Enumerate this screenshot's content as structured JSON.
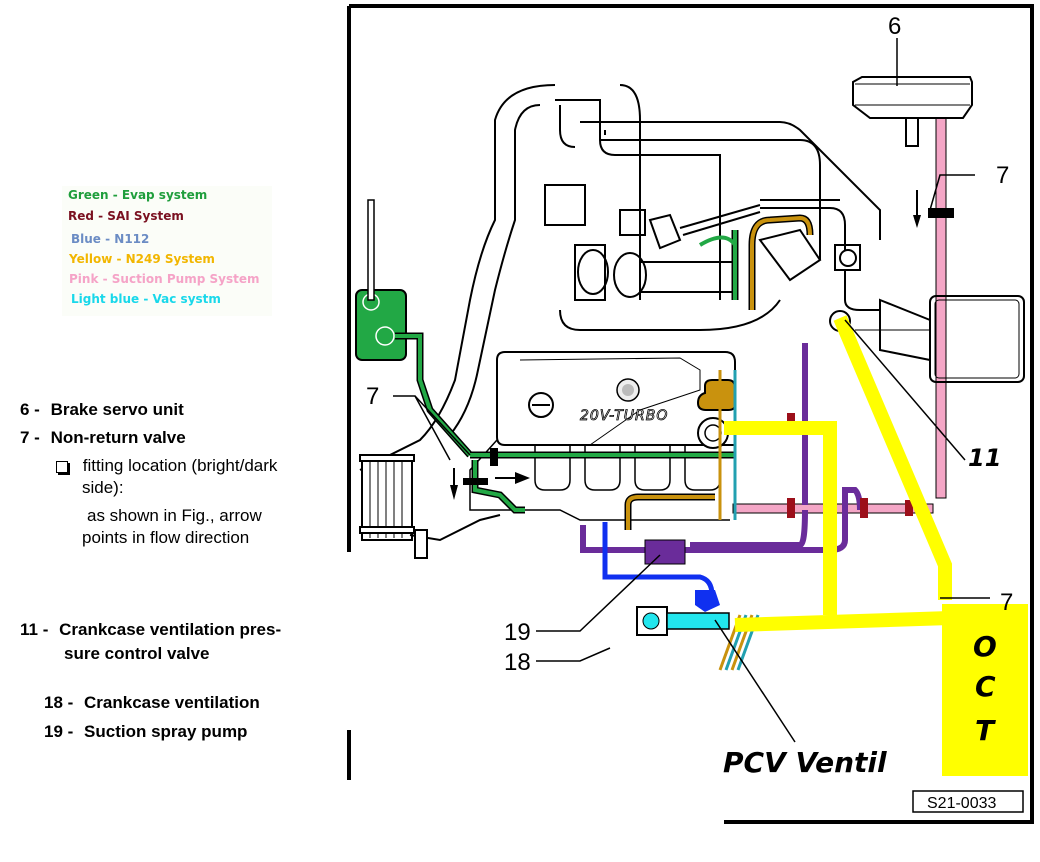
{
  "legend": {
    "items": [
      {
        "label": "Green - Evap system",
        "color": "#1f9e3c"
      },
      {
        "label": "Red - SAI System",
        "color": "#7a1020"
      },
      {
        "label": "Blue - N112",
        "color": "#6b8cc4"
      },
      {
        "label": "Yellow - N249 System",
        "color": "#f2b600"
      },
      {
        "label": "Pink - Suction Pump System",
        "color": "#f5a3c7"
      },
      {
        "label": "Light blue - Vac systm",
        "color": "#19d8ea"
      }
    ]
  },
  "key": {
    "item6": {
      "num": "6 -",
      "label": "Brake servo unit"
    },
    "item7": {
      "num": "7 -",
      "label": "Non-return valve"
    },
    "item7_note_1": "fitting location (bright/dark",
    "item7_note_2": "side):",
    "item7_note_3": "as shown in Fig., arrow",
    "item7_note_4": "points in flow direction",
    "item11": {
      "num": "11 -",
      "label_1": "Crankcase ventilation pres-",
      "label_2": "sure control valve"
    },
    "item18": {
      "num": "18 -",
      "label": "Crankcase ventilation"
    },
    "item19": {
      "num": "19 -",
      "label": "Suction spray pump"
    }
  },
  "diagram": {
    "callouts": {
      "c6": "6",
      "c7_top": "7",
      "c7_left": "7",
      "c7_bottom": "7",
      "c11": "11",
      "c19": "19",
      "c18": "18"
    },
    "engine_cover_text": "20V-TURBO",
    "oct_letters": [
      "O",
      "C",
      "T"
    ],
    "pcv_label": "PCV Ventil",
    "figure_id": "S21-0033",
    "colors": {
      "green": "#22a845",
      "pink": "#f4a6c6",
      "yellow": "#ffff00",
      "purple": "#6a2c9a",
      "blue": "#1030f0",
      "lightblue": "#22e6ee",
      "ochre": "#c9920e",
      "darkred": "#9c0f1a"
    }
  }
}
